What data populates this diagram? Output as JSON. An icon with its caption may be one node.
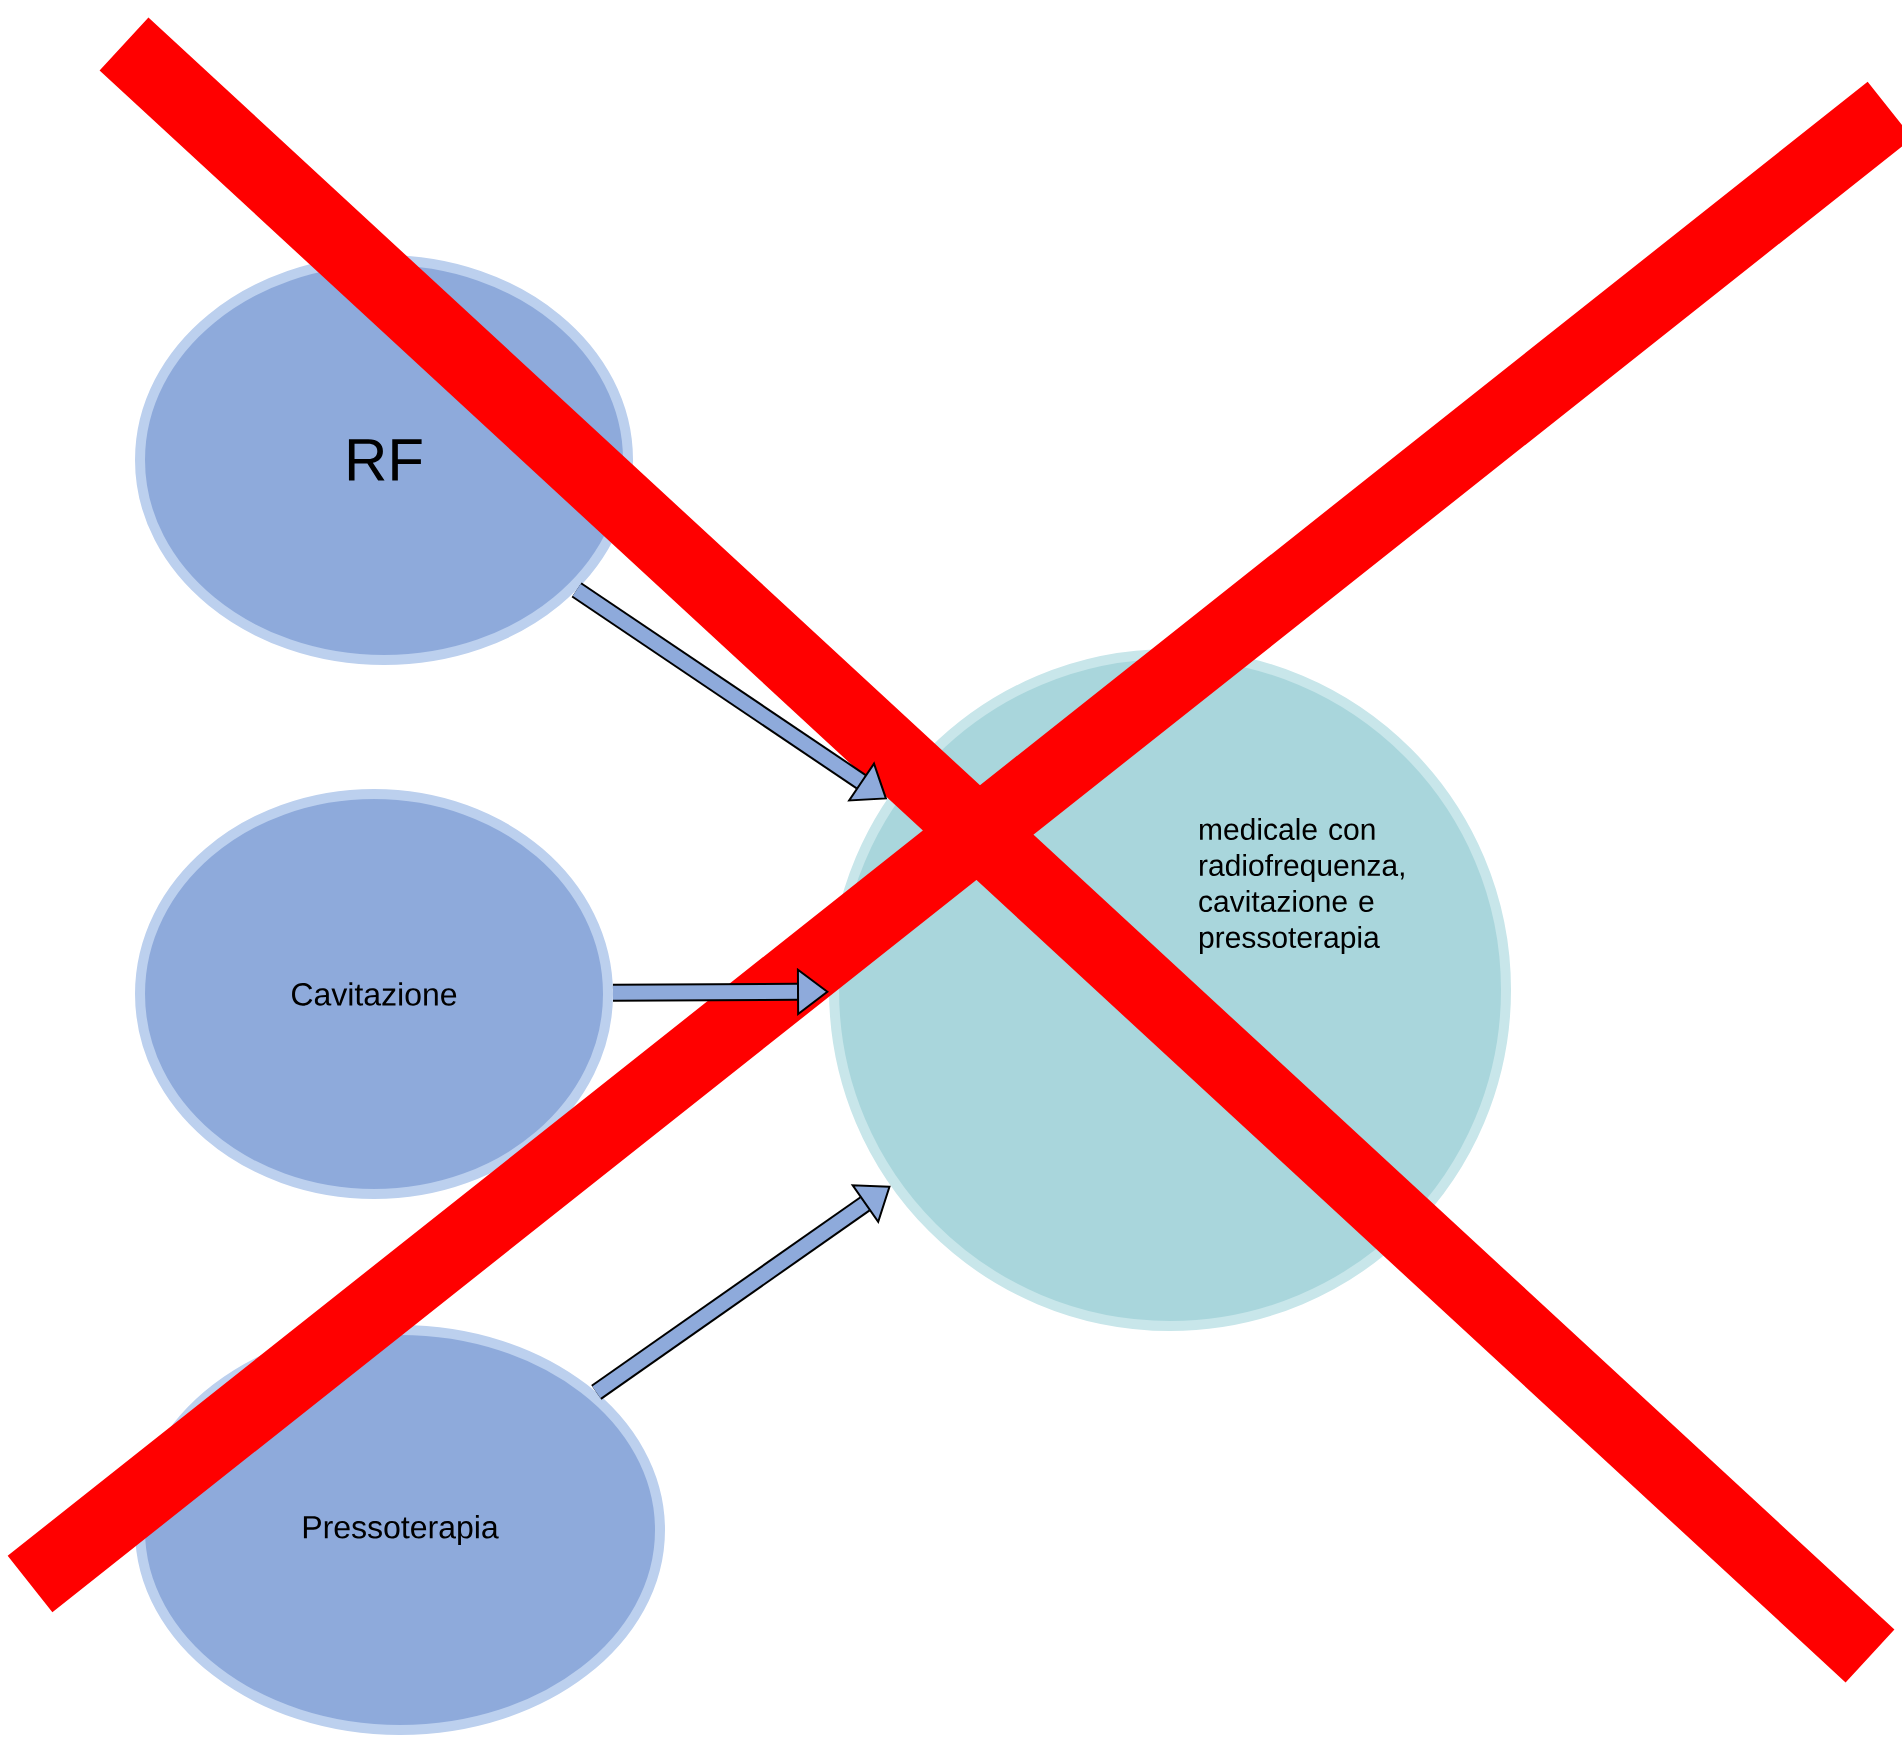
{
  "diagram": {
    "nodes": [
      {
        "text": [
          "RF"
        ]
      },
      {
        "text": [
          "Cavitazione"
        ]
      },
      {
        "text": [
          "Pressoterapia"
        ]
      },
      {
        "text": [
          "medicale con radiofrequenza, cavitazione e pressoterapia"
        ]
      }
    ],
    "edges": [
      {
        "from": 0,
        "to": 3,
        "arrow": "to"
      },
      {
        "from": 1,
        "to": 3,
        "arrow": "to"
      },
      {
        "from": 2,
        "to": 3,
        "arrow": "to"
      }
    ]
  }
}
